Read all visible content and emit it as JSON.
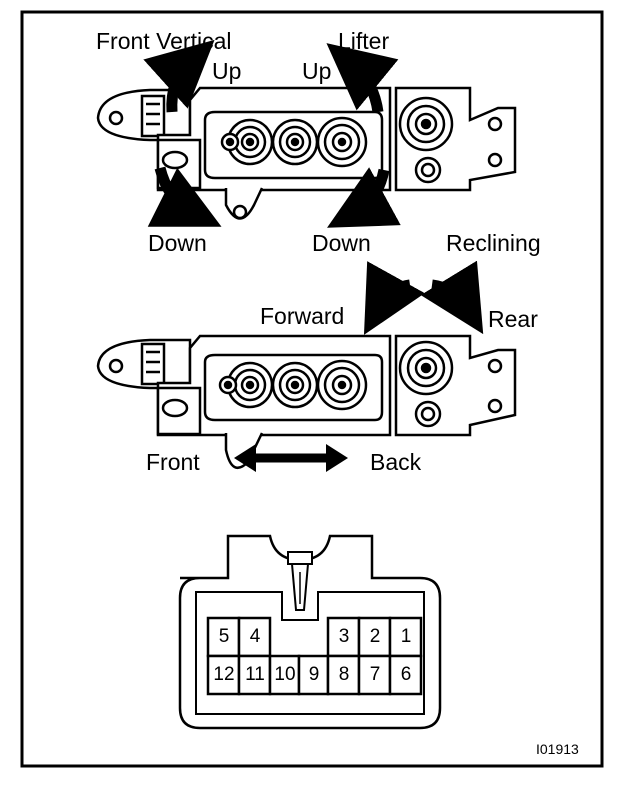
{
  "switch_top": {
    "front_vertical_label": "Front Vertical",
    "front_vertical_up": "Up",
    "front_vertical_down": "Down",
    "lifter_label": "Lifter",
    "lifter_up": "Up",
    "lifter_down": "Down",
    "reclining_label": "Reclining"
  },
  "switch_bottom": {
    "forward_label": "Forward",
    "rear_label": "Rear",
    "front_label": "Front",
    "back_label": "Back"
  },
  "connector": {
    "top_row": [
      "5",
      "4",
      "3",
      "2",
      "1"
    ],
    "bottom_row": [
      "12",
      "11",
      "10",
      "9",
      "8",
      "7",
      "6"
    ]
  },
  "figure_id": "I01913"
}
